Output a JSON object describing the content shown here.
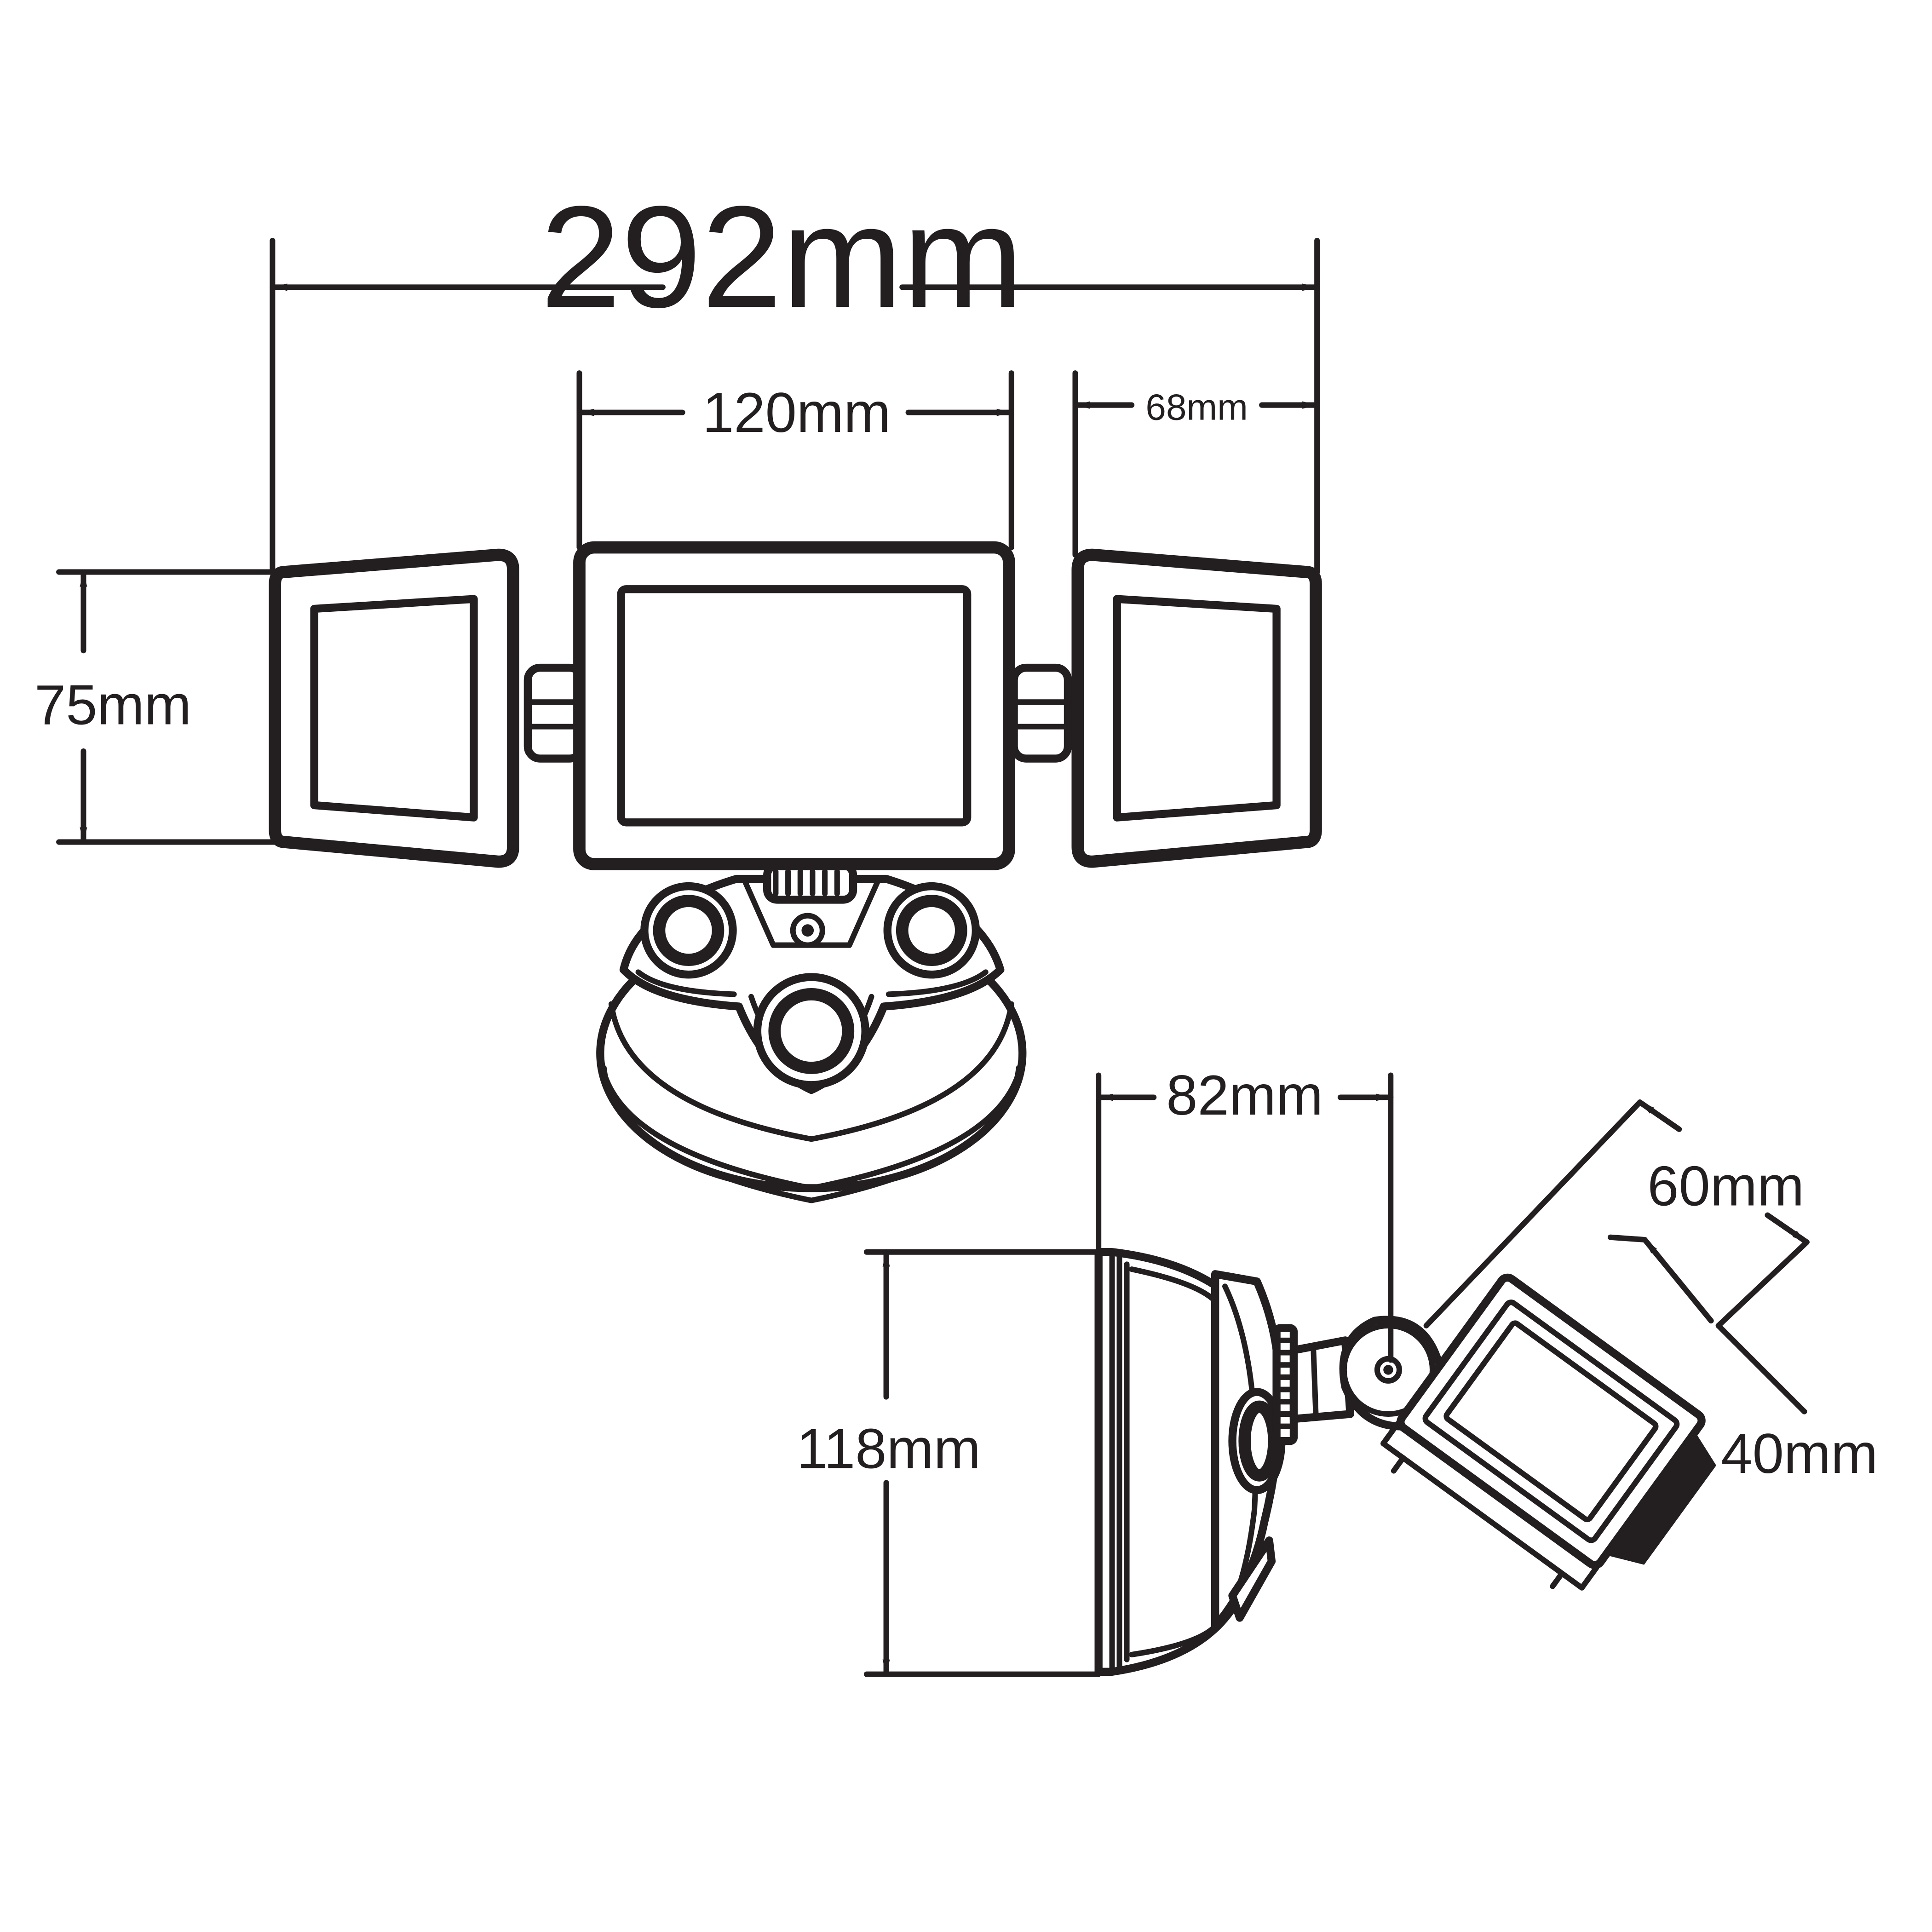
{
  "dimensions": {
    "overall_width": "292mm",
    "center_panel_width": "120mm",
    "side_panel_width": "68mm",
    "panel_height": "75mm",
    "side_depth": "82mm",
    "base_height": "118mm",
    "head_width": "60mm",
    "head_depth": "40mm"
  }
}
